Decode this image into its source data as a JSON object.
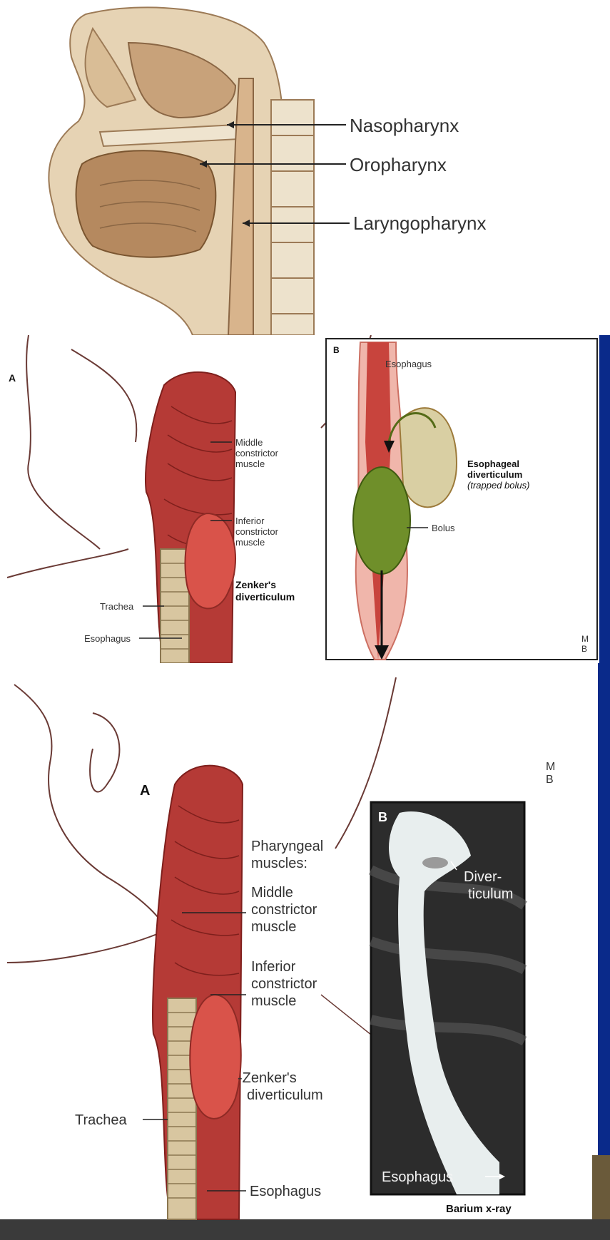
{
  "panel1": {
    "labels": {
      "nasopharynx": "Nasopharynx",
      "oropharynx": "Oropharynx",
      "laryngopharynx": "Laryngopharynx"
    }
  },
  "panel2": {
    "letter_a": "A",
    "letter_b": "B",
    "labels": {
      "middle": [
        "Middle",
        "constrictor",
        "muscle"
      ],
      "inferior": [
        "Inferior",
        "constrictor",
        "muscle"
      ],
      "zenker": [
        "Zenker's",
        "diverticulum"
      ],
      "trachea": "Trachea",
      "esophagus": "Esophagus",
      "b_esophagus": "Esophagus",
      "esoph_div": [
        "Esophageal",
        "diverticulum",
        "(trapped bolus)"
      ],
      "bolus": "Bolus",
      "mayo": [
        "M",
        "B"
      ]
    }
  },
  "panel3": {
    "letter_a": "A",
    "letter_b": "B",
    "labels": {
      "pharyngeal": [
        "Pharyngeal",
        "muscles:"
      ],
      "middle": [
        "Middle",
        "constrictor",
        "muscle"
      ],
      "inferior": [
        "Inferior",
        "constrictor",
        "muscle"
      ],
      "zenker": [
        "-Zenker's",
        "diverticulum"
      ],
      "trachea": "Trachea",
      "esophagus": "Esophagus",
      "xray_div": [
        "Diver-",
        "ticulum"
      ],
      "xray_esophagus": "Esophagus",
      "barium": "Barium x-ray",
      "mayo": [
        "M",
        "B"
      ]
    }
  },
  "colors": {
    "muscle": "#b53a36",
    "muscle_dark": "#7e1f1c",
    "pouch": "#d9534a",
    "bone": "#d8c6a0",
    "tissue": "#d9c7ab",
    "bolus": "#6f8f2a",
    "side_strip": "#0a2a8a"
  }
}
